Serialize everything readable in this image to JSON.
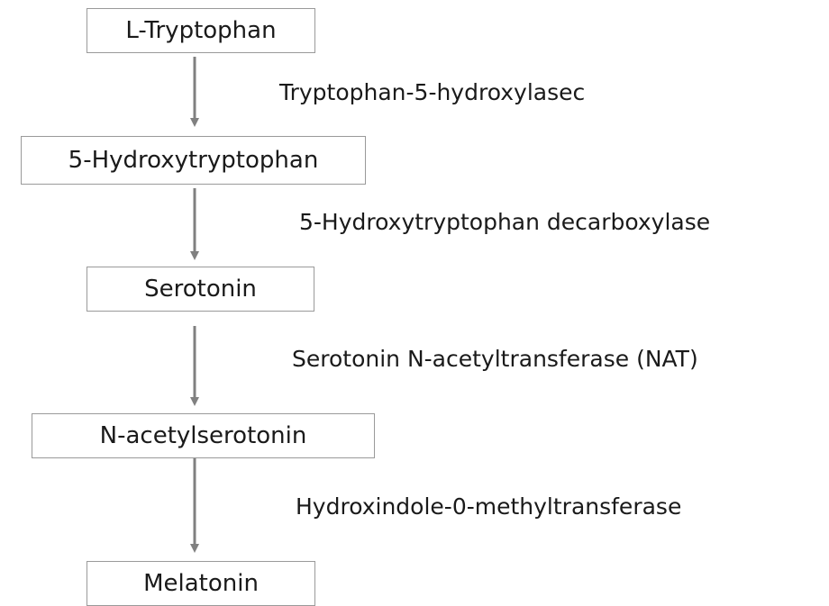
{
  "pathway": {
    "compounds": [
      {
        "label": "L-Tryptophan"
      },
      {
        "label": "5-Hydroxytryptophan"
      },
      {
        "label": "Serotonin"
      },
      {
        "label": "N-acetylserotonin"
      },
      {
        "label": "Melatonin"
      }
    ],
    "enzymes": [
      {
        "label": "Tryptophan-5-hydroxylasec"
      },
      {
        "label": "5-Hydroxytryptophan decarboxylase"
      },
      {
        "label": "Serotonin N-acetyltransferase (NAT)"
      },
      {
        "label": "Hydroxindole-0-methyltransferase"
      }
    ]
  },
  "colors": {
    "box_border": "#9a9a9a",
    "arrow": "#808080",
    "text": "#1a1a1a"
  }
}
